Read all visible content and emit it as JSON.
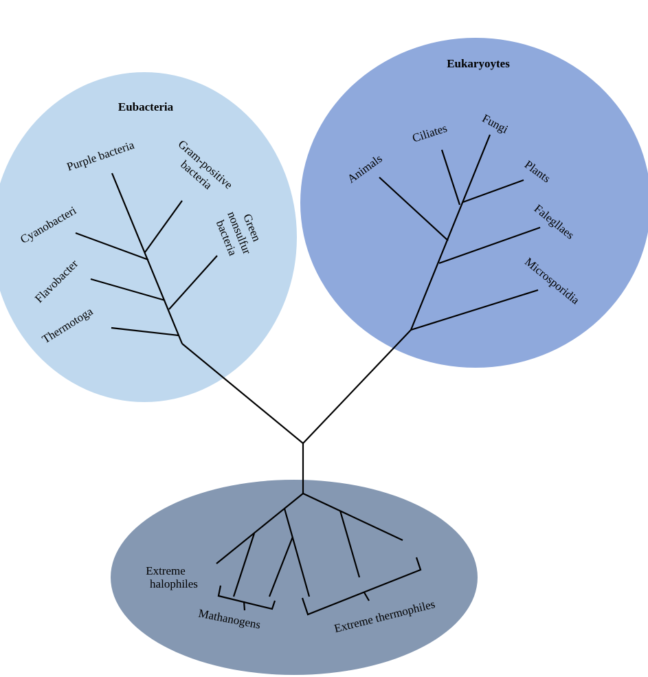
{
  "colors": {
    "eubacteria_fill": "#bfd8ee",
    "eukaryotes_fill": "#8fa9dc",
    "archaea_fill": "#8598b2",
    "branch": "#000000"
  },
  "groups": {
    "eubacteria": {
      "title": "Eubacteria"
    },
    "eukaryotes": {
      "title": "Eukaryoytes"
    },
    "archaea": {
      "title": ""
    }
  },
  "labels": {
    "purple_bacteria": "Purple bacteria",
    "gram_positive_1": "Gram-positive",
    "gram_positive_2": "bacteria",
    "cyanobacteria": "Cyanobacteri",
    "green_1": "Green",
    "green_2": "nonsulfur",
    "green_3": "bacteria",
    "flavobacter": "Flavobacter",
    "thermotoga": "Thermotoga",
    "animals": "Animals",
    "ciliates": "Ciliates",
    "fungi": "Fungi",
    "plants": "Plants",
    "flagellates": "Falegllaes",
    "microsporidia": "Microsporidia",
    "halophiles_1": "Extreme",
    "halophiles_2": "halophiles",
    "methanogens": "Mathanogens",
    "thermophiles": "Extreme thermophiles"
  }
}
